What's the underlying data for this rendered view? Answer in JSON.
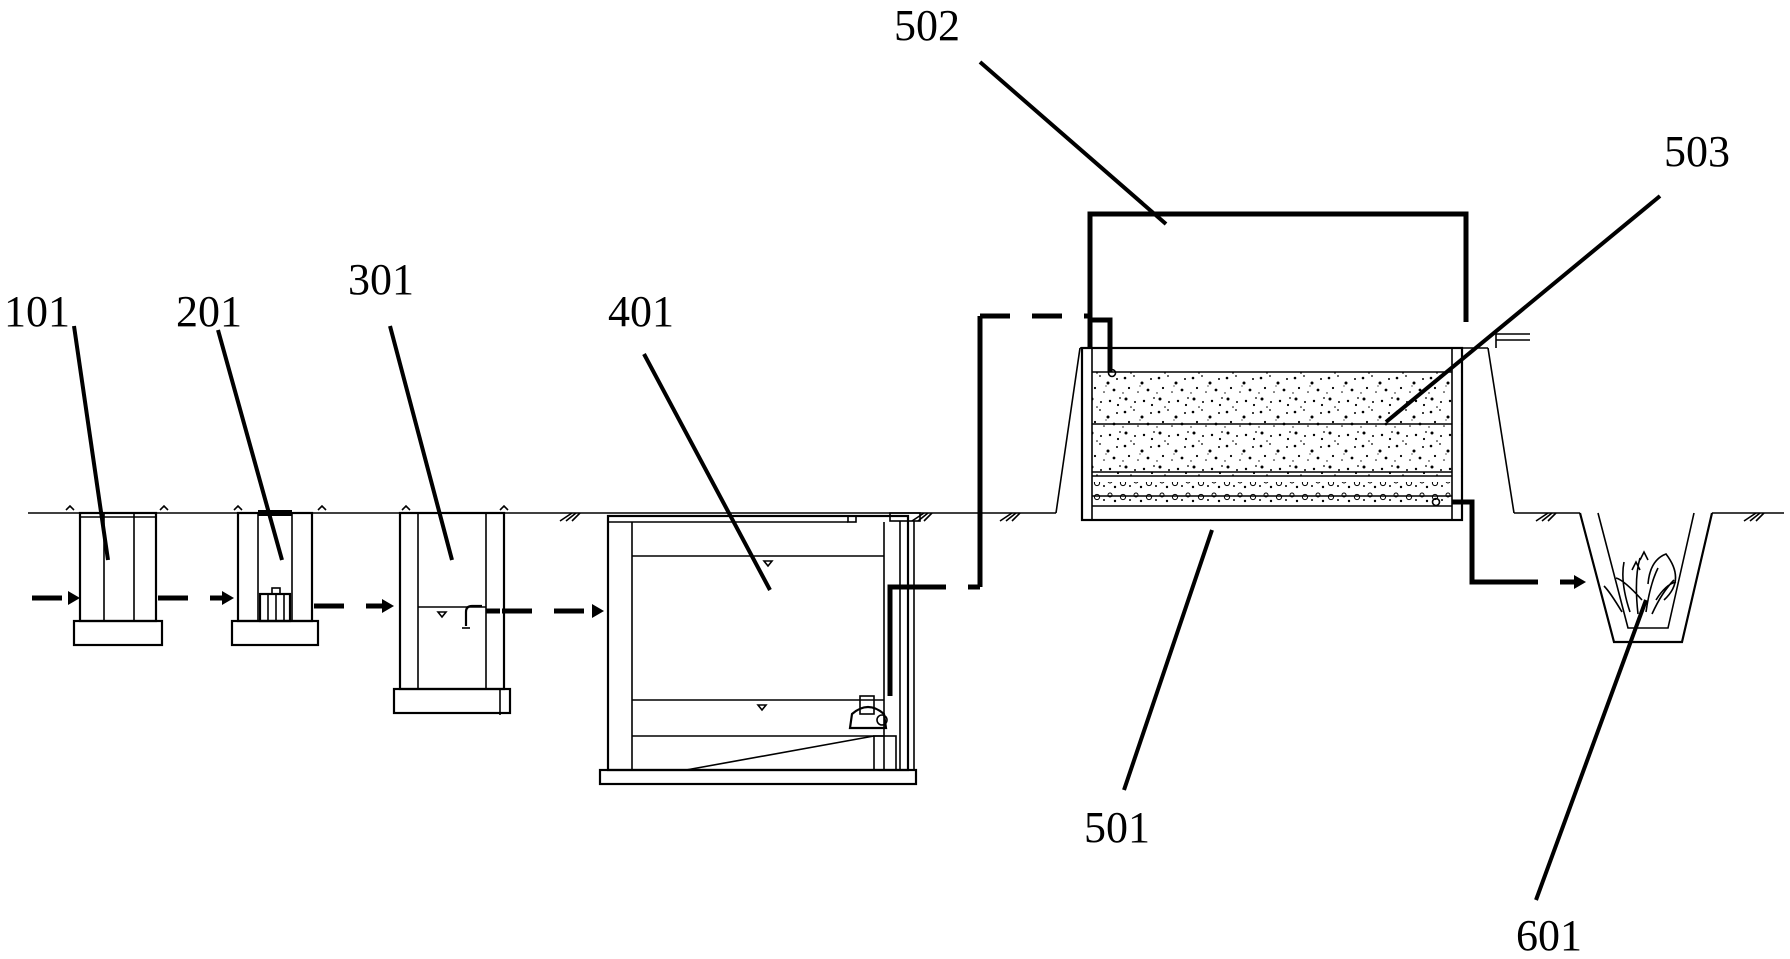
{
  "labels": {
    "l101": "101",
    "l201": "201",
    "l301": "301",
    "l401": "401",
    "l501": "501",
    "l502": "502",
    "l503": "503",
    "l601": "601"
  }
}
